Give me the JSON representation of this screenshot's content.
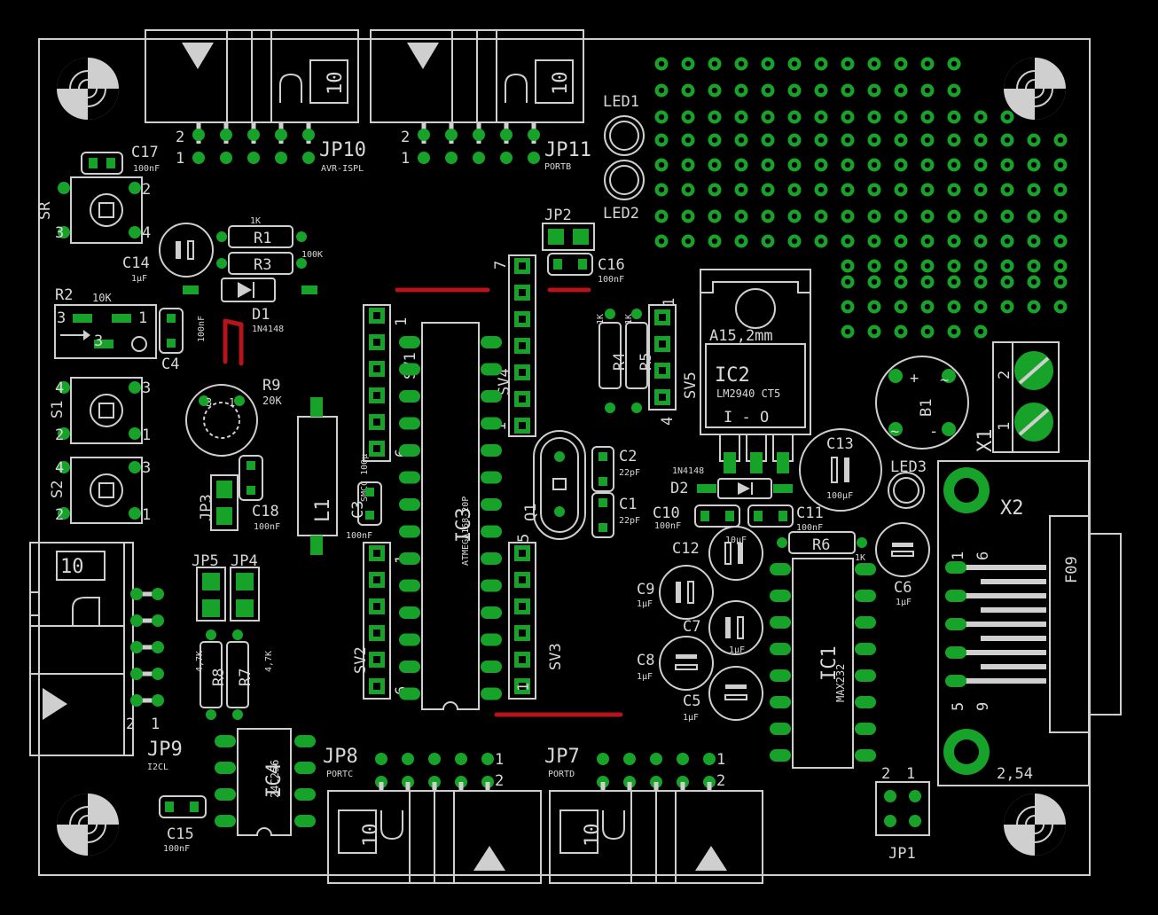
{
  "labels": {
    "jp10": "JP10",
    "avr_ispl": "AVR-ISPL",
    "jp11": "JP11",
    "portb": "PORTB",
    "led1": "LED1",
    "led2": "LED2",
    "led3": "LED3",
    "c17": "C17",
    "c17v": "100nF",
    "sr": "SR",
    "r1": "R1",
    "r1v": "1K",
    "r3": "R3",
    "r3v": "100K",
    "c14": "C14",
    "c14v": "1µF",
    "r2": "R2",
    "r2v": "10K",
    "d1": "D1",
    "d1v": "1N4148",
    "c4": "C4",
    "c4v": "100nF",
    "r9": "R9",
    "r9v": "20K",
    "s1": "S1",
    "s2": "S2",
    "jp3": "JP3",
    "c18": "C18",
    "c18v": "100nF",
    "l1": "L1",
    "l1v": "SMCC 100µ",
    "c3": "C3",
    "c3v": "100nF",
    "sv1": "SV1",
    "sv2": "SV2",
    "sv3": "SV3",
    "sv4": "SV4",
    "sv5": "SV5",
    "ic3": "IC3",
    "ic3v": "ATMEGA168-20P",
    "q1": "Q1",
    "c2": "C2",
    "c2v": "22pF",
    "c1": "C1",
    "c1v": "22pF",
    "jp2": "JP2",
    "c16": "C16",
    "c16v": "100nF",
    "r4": "R4",
    "r4v": "1K",
    "r5": "R5",
    "r5v": "1K",
    "ic2": "IC2",
    "ic2v": "LM2940 CT5",
    "ic2pins": "I - O",
    "ic2pkg": "A15,2mm",
    "b1": "B1",
    "x1": "X1",
    "x2": "X2",
    "d2": "D2",
    "d2v": "1N4148",
    "c13": "C13",
    "c13v": "100µF",
    "c10": "C10",
    "c10v": "100nF",
    "c11": "C11",
    "c11v": "100nF",
    "c12": "C12",
    "c12v": "10µF",
    "r6": "R6",
    "r6v": "1K",
    "c6": "C6",
    "c6v": "1µF",
    "c9": "C9",
    "c9v": "1µF",
    "c7": "C7",
    "c7v": "1µF",
    "c8": "C8",
    "c8v": "1µF",
    "c5": "C5",
    "c5v": "1µF",
    "ic1": "IC1",
    "ic1v": "MAX232",
    "f09": "F09",
    "pitch": "2,54",
    "jp5": "JP5",
    "jp4": "JP4",
    "r8": "R8",
    "r8v": "4,7K",
    "r7": "R7",
    "r7v": "4,7K",
    "jp9": "JP9",
    "i2cl": "I2CL",
    "ic4": "IC4",
    "ic4v": "24C256",
    "c15": "C15",
    "c15v": "100nF",
    "jp8": "JP8",
    "portc": "PORTC",
    "jp7": "JP7",
    "portd": "PORTD",
    "jp1": "JP1",
    "ten": "10",
    "n1": "1",
    "n2": "2",
    "n3": "3",
    "n4": "4",
    "n5": "5",
    "n6": "6",
    "n7": "7",
    "n9": "9",
    "plus": "+",
    "minus": "-",
    "tilde": "~"
  },
  "colors": {
    "board": "#000000",
    "pad": "#17a32a",
    "silk": "#cfcfcf",
    "trace": "#b4141a"
  }
}
